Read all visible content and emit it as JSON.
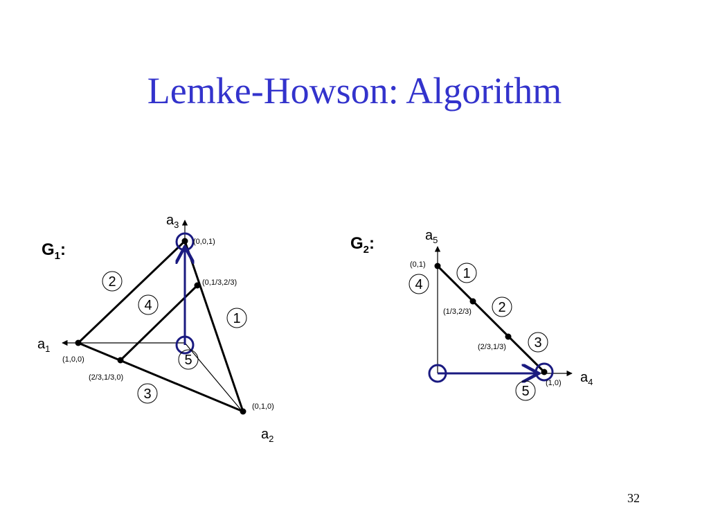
{
  "title": "Lemke-Howson: Algorithm",
  "page_number": "32",
  "colors": {
    "title": "#3333cc",
    "path": "#1a1a80",
    "lines": "#000000"
  },
  "g1": {
    "label": "G",
    "sub": "1",
    "suffix": ":",
    "axes": {
      "a1": {
        "base": "a",
        "sub": "1"
      },
      "a2": {
        "base": "a",
        "sub": "2"
      },
      "a3": {
        "base": "a",
        "sub": "3"
      }
    },
    "points": {
      "p001": "(0,0,1)",
      "p0_13_23": "(0,1/3,2/3)",
      "p100": "(1,0,0)",
      "p23_13_0": "(2/3,1/3,0)",
      "p010": "(0,1,0)"
    },
    "regions": [
      "1",
      "2",
      "3",
      "4",
      "5"
    ]
  },
  "g2": {
    "label": "G",
    "sub": "2",
    "suffix": ":",
    "axes": {
      "a4": {
        "base": "a",
        "sub": "4"
      },
      "a5": {
        "base": "a",
        "sub": "5"
      }
    },
    "points": {
      "p01": "(0,1)",
      "p13_23": "(1/3,2/3)",
      "p23_13": "(2/3,1/3)",
      "p10": "(1,0)"
    },
    "regions": [
      "1",
      "2",
      "3",
      "4",
      "5"
    ]
  }
}
